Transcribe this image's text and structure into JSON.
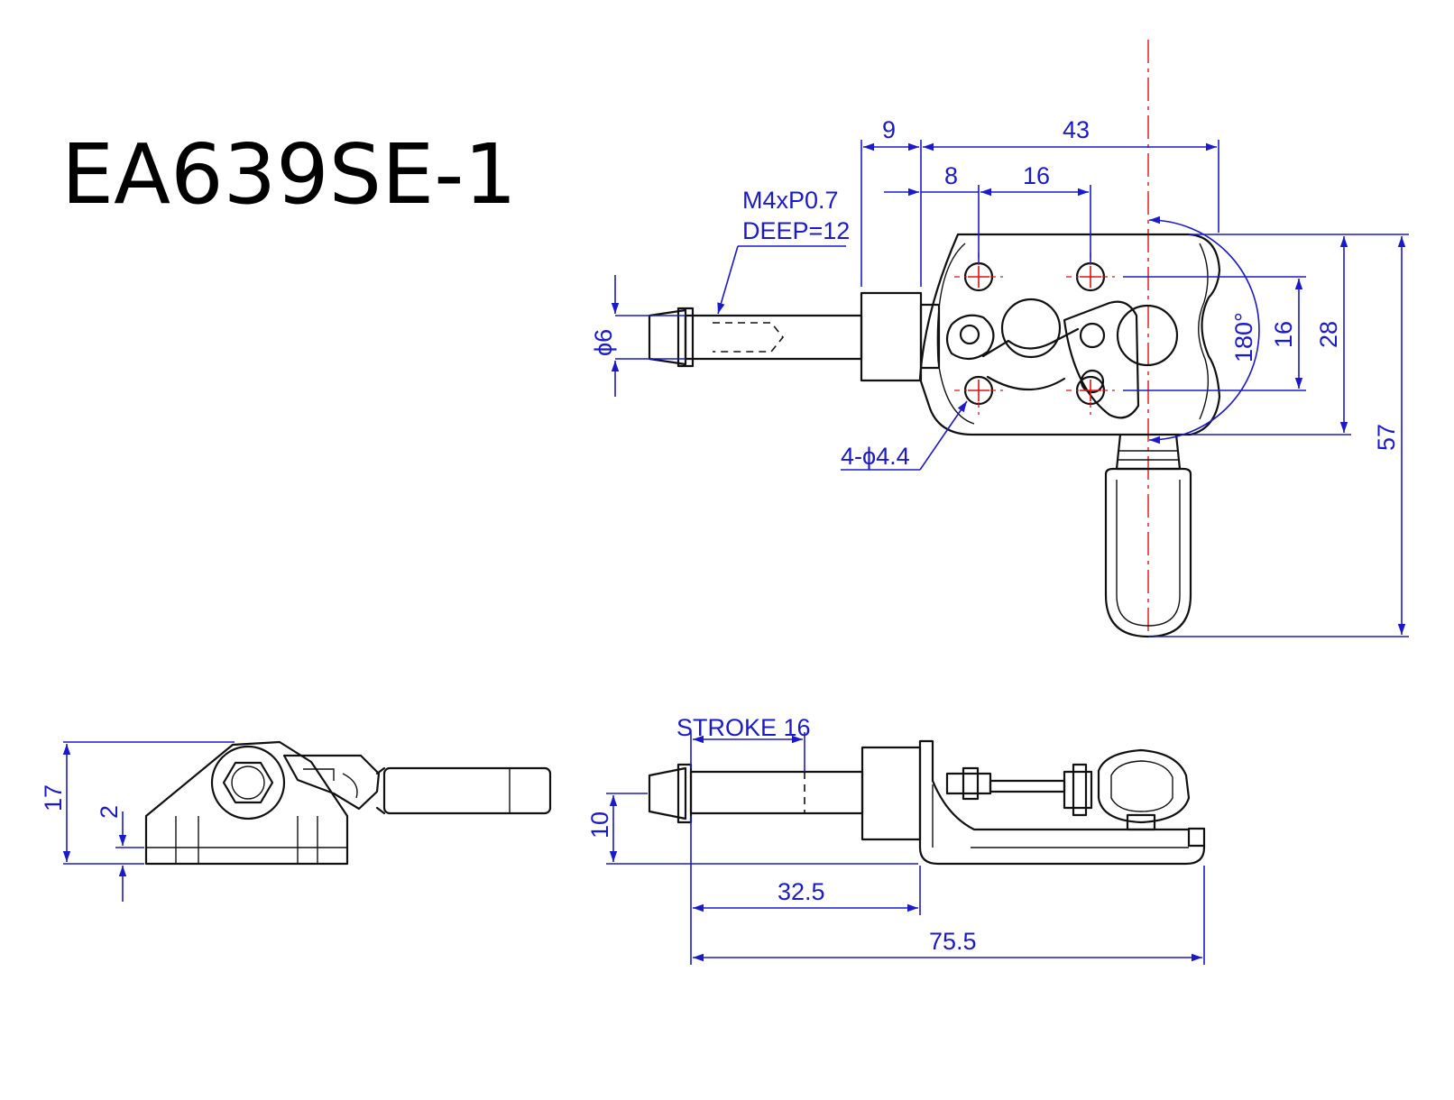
{
  "title": "EA639SE-1",
  "dimensions": {
    "top_9": "9",
    "top_43": "43",
    "top_8": "8",
    "top_16": "16",
    "thread": "M4xP0.7",
    "thread_deep": "DEEP=12",
    "dia_6": "ϕ6",
    "holes": "4-ϕ4.4",
    "angle": "180°",
    "right_16": "16",
    "right_28": "28",
    "right_57": "57",
    "side_17": "17",
    "side_2": "2",
    "front_10": "10",
    "stroke": "STROKE 16",
    "front_32_5": "32.5",
    "front_75_5": "75.5"
  },
  "colors": {
    "dimension": "#1a1acc",
    "centerline": "#e01010",
    "outline": "#111111"
  }
}
